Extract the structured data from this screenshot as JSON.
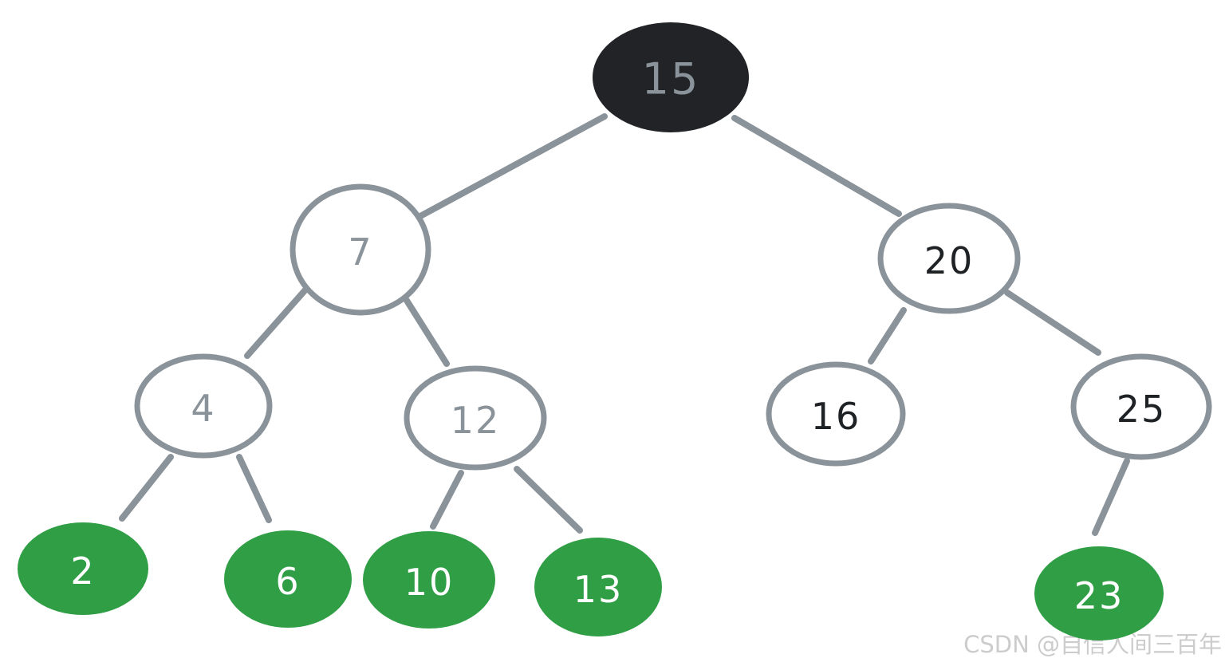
{
  "diagram": {
    "type": "binary-search-tree",
    "root": "15",
    "edges": [
      [
        "15",
        "7"
      ],
      [
        "15",
        "20"
      ],
      [
        "7",
        "4"
      ],
      [
        "7",
        "12"
      ],
      [
        "4",
        "2"
      ],
      [
        "4",
        "6"
      ],
      [
        "12",
        "10"
      ],
      [
        "12",
        "13"
      ],
      [
        "20",
        "16"
      ],
      [
        "20",
        "25"
      ],
      [
        "25",
        "23"
      ]
    ]
  },
  "nodes": {
    "n15": {
      "label": "15"
    },
    "n7": {
      "label": "7"
    },
    "n20": {
      "label": "20"
    },
    "n4": {
      "label": "4"
    },
    "n12": {
      "label": "12"
    },
    "n16": {
      "label": "16"
    },
    "n25": {
      "label": "25"
    },
    "n2": {
      "label": "2"
    },
    "n6": {
      "label": "6"
    },
    "n10": {
      "label": "10"
    },
    "n13": {
      "label": "13"
    },
    "n23": {
      "label": "23"
    }
  },
  "colors": {
    "root_fill": "#212327",
    "node_fill": "#ffffff",
    "leaf_fill": "#2f9e45",
    "outline": "#8a929a",
    "text_gray": "#8a929a",
    "text_dark": "#1f2225",
    "text_white": "#ffffff",
    "watermark": "#cccccc"
  },
  "watermark": {
    "text": "CSDN @自信人间三百年"
  }
}
